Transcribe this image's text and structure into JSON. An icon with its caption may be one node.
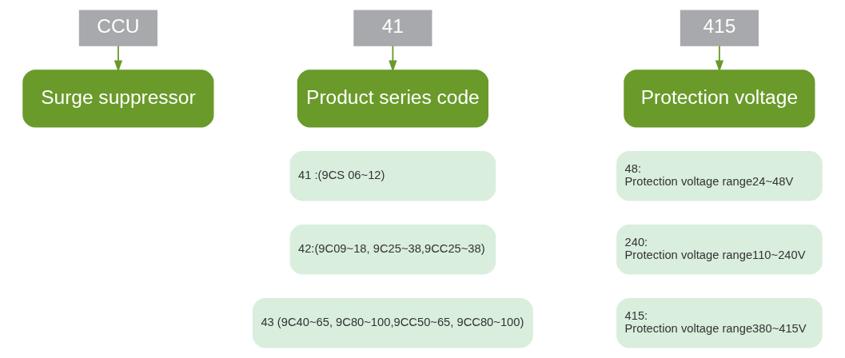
{
  "diagram": {
    "nodes": [
      {
        "text": [
          "CCU"
        ]
      },
      {
        "text": [
          "Surge suppressor"
        ]
      },
      {
        "text": [
          "41"
        ]
      },
      {
        "text": [
          "Product series code"
        ]
      },
      {
        "text": [
          "41 :(9CS 06~12)"
        ]
      },
      {
        "text": [
          "42:(9C09~18, 9C25~38,9CC25~38)"
        ]
      },
      {
        "text": [
          "43 (9C40~65, 9C80~100,9CC50~65, 9CC80~100)"
        ]
      },
      {
        "text": [
          "415"
        ]
      },
      {
        "text": [
          "Protection voltage"
        ]
      },
      {
        "text": [
          "48:",
          "Protection voltage range24~48V"
        ]
      },
      {
        "text": [
          "240:",
          "Protection voltage range110~240V"
        ]
      },
      {
        "text": [
          "415:",
          "Protection voltage range380~415V"
        ]
      }
    ],
    "edges": [
      {
        "from": 0,
        "to": 1,
        "arrow": "to"
      },
      {
        "from": 2,
        "to": 3,
        "arrow": "to"
      },
      {
        "from": 7,
        "to": 8,
        "arrow": "to"
      }
    ]
  }
}
